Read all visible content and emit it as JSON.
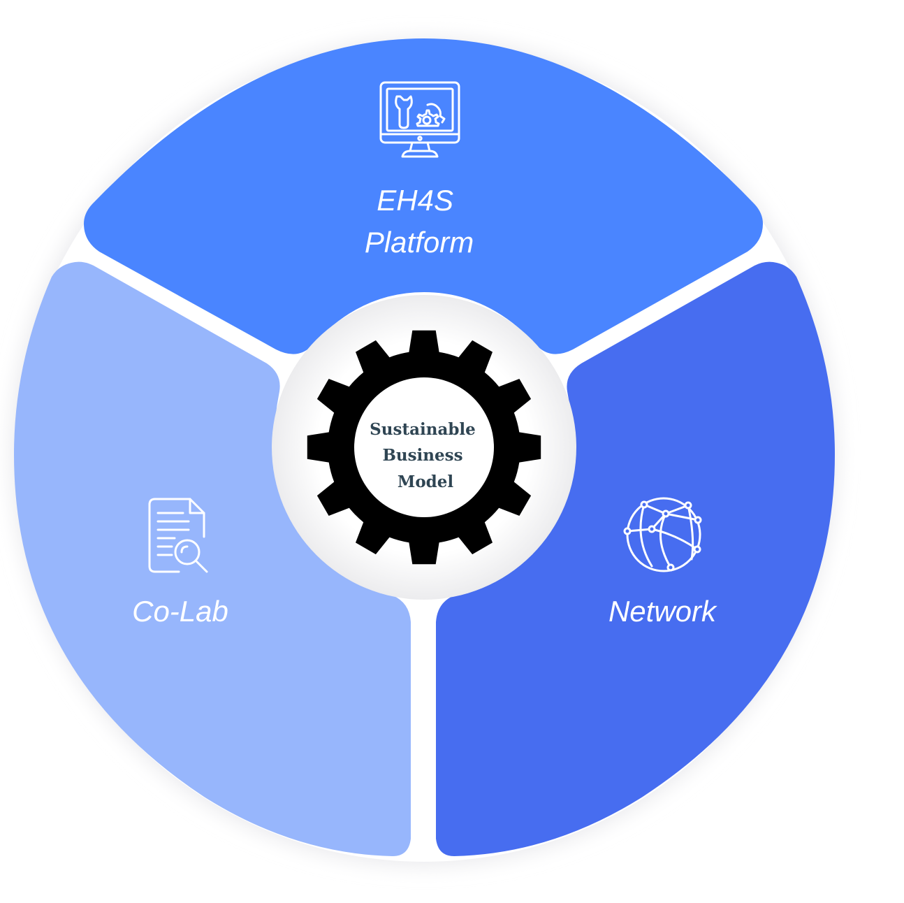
{
  "segments": [
    {
      "id": "platform",
      "lines": [
        "EH4S",
        "Platform"
      ],
      "color": "#4a85ff",
      "icon": "monitor-tools-icon"
    },
    {
      "id": "network",
      "lines": [
        "Network"
      ],
      "color": "#476df0",
      "icon": "globe-network-icon"
    },
    {
      "id": "colab",
      "lines": [
        "Co-Lab"
      ],
      "color": "#97b6fc",
      "icon": "document-search-icon"
    }
  ],
  "center": {
    "lines": [
      "Sustainable",
      "Business",
      "Model"
    ],
    "gear_color": "#000000",
    "icon": "gear-icon"
  },
  "colors": {
    "background": "#ffffff",
    "ring_shadow": "#e9e9ec",
    "label_text": "#ffffff",
    "center_text": "#2f4553"
  }
}
